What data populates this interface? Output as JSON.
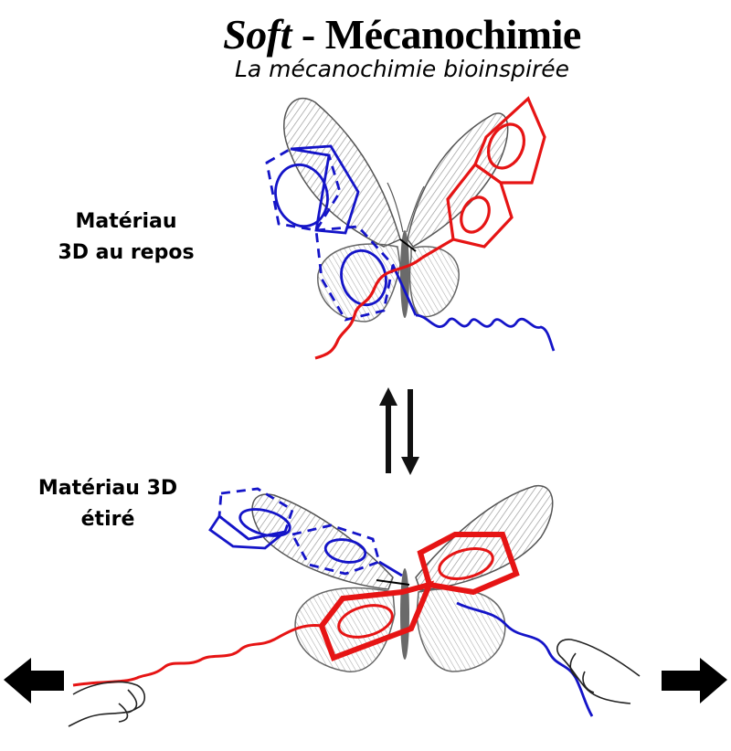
{
  "header": {
    "title_part1": "Soft",
    "title_sep": " - ",
    "title_part2": "Mécanochimie",
    "subtitle": "La mécanochimie bioinspirée"
  },
  "states": {
    "rest_line1": "Matériau",
    "rest_line2": "3D au repos",
    "stretched_line1": "Matériau 3D",
    "stretched_line2": "étiré"
  },
  "colors": {
    "blue": "#1414c8",
    "red": "#e61414",
    "black": "#000000",
    "butterfly": "#8a8a8a"
  },
  "icons": {
    "equilibrium": "equilibrium-arrows-icon",
    "left_arrow": "arrow-left-icon",
    "right_arrow": "arrow-right-icon",
    "hands": "hand-icon"
  }
}
